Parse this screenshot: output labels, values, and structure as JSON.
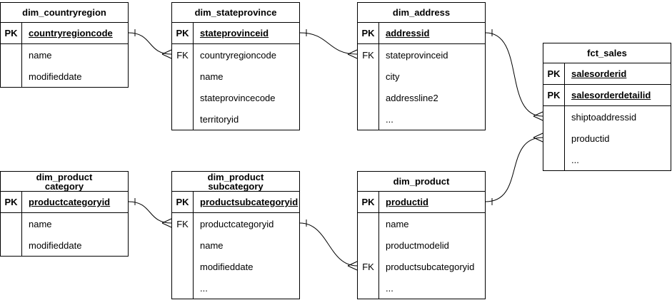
{
  "diagram": {
    "canvas_bg": "#ffffff",
    "line_color": "#000000",
    "text_color": "#000000",
    "tables": [
      {
        "title": "dim_countryregion",
        "rows": [
          {
            "key": "PK",
            "field": "countryregioncode"
          },
          {
            "key": "",
            "field": "name"
          },
          {
            "key": "",
            "field": "modifieddate"
          }
        ]
      },
      {
        "title": "dim_stateprovince",
        "rows": [
          {
            "key": "PK",
            "field": "stateprovinceid"
          },
          {
            "key": "FK",
            "field": "countryregioncode"
          },
          {
            "key": "",
            "field": "name"
          },
          {
            "key": "",
            "field": "stateprovincecode"
          },
          {
            "key": "",
            "field": "territoryid"
          }
        ]
      },
      {
        "title": "dim_address",
        "rows": [
          {
            "key": "PK",
            "field": "addressid"
          },
          {
            "key": "FK",
            "field": "stateprovinceid"
          },
          {
            "key": "",
            "field": "city"
          },
          {
            "key": "",
            "field": "addressline2"
          },
          {
            "key": "",
            "field": "..."
          }
        ]
      },
      {
        "title": "fct_sales",
        "rows": [
          {
            "key": "PK",
            "field": "salesorderid"
          },
          {
            "key": "PK",
            "field": "salesorderdetailid"
          },
          {
            "key": "",
            "field": "shiptoaddressid"
          },
          {
            "key": "",
            "field": "productid"
          },
          {
            "key": "",
            "field": "..."
          }
        ]
      },
      {
        "title": "dim_product\ncategory",
        "rows": [
          {
            "key": "PK",
            "field": "productcategoryid"
          },
          {
            "key": "",
            "field": "name"
          },
          {
            "key": "",
            "field": "modifieddate"
          }
        ]
      },
      {
        "title": "dim_product\nsubcategory",
        "rows": [
          {
            "key": "PK",
            "field": "productsubcategoryid"
          },
          {
            "key": "FK",
            "field": "productcategoryid"
          },
          {
            "key": "",
            "field": "name"
          },
          {
            "key": "",
            "field": "modifieddate"
          },
          {
            "key": "",
            "field": "..."
          }
        ]
      },
      {
        "title": "dim_product",
        "rows": [
          {
            "key": "PK",
            "field": "productid"
          },
          {
            "key": "",
            "field": "name"
          },
          {
            "key": "",
            "field": "productmodelid"
          },
          {
            "key": "FK",
            "field": "productsubcategoryid"
          },
          {
            "key": "",
            "field": "..."
          }
        ]
      }
    ],
    "relations": [
      {
        "from_table": "dim_countryregion",
        "from_field": "countryregioncode",
        "to_table": "dim_stateprovince",
        "to_field": "countryregioncode",
        "from_end": "one",
        "to_end": "many"
      },
      {
        "from_table": "dim_stateprovince",
        "from_field": "stateprovinceid",
        "to_table": "dim_address",
        "to_field": "stateprovinceid",
        "from_end": "one",
        "to_end": "many"
      },
      {
        "from_table": "dim_address",
        "from_field": "addressid",
        "to_table": "fct_sales",
        "to_field": "shiptoaddressid",
        "from_end": "one",
        "to_end": "many"
      },
      {
        "from_table": "dim_product",
        "from_field": "productid",
        "to_table": "fct_sales",
        "to_field": "productid",
        "from_end": "one",
        "to_end": "many"
      },
      {
        "from_table": "dim_product category",
        "from_field": "productcategoryid",
        "to_table": "dim_product subcategory",
        "to_field": "productcategoryid",
        "from_end": "one",
        "to_end": "many"
      },
      {
        "from_table": "dim_product subcategory",
        "from_field": "productsubcategoryid",
        "to_table": "dim_product",
        "to_field": "productsubcategoryid",
        "from_end": "one",
        "to_end": "many"
      }
    ]
  }
}
